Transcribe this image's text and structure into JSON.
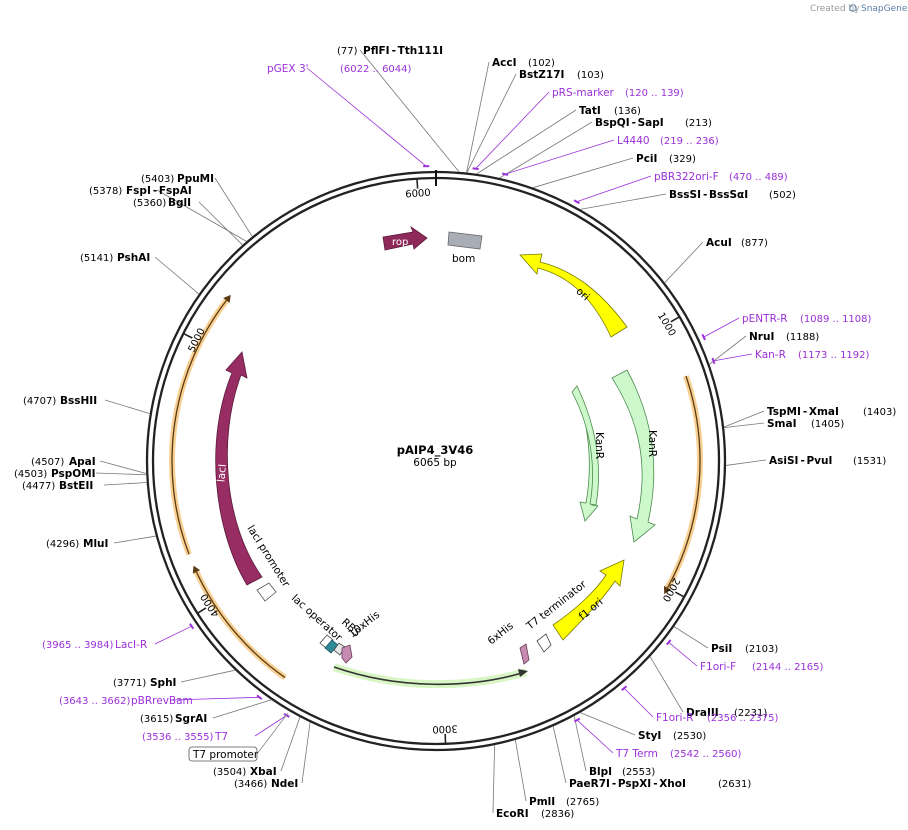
{
  "credit": {
    "prefix": "Created by",
    "brand": "SnapGene"
  },
  "plasmid": {
    "name": "pAIP4_3V46",
    "size": "6065 bp",
    "length": 6065
  },
  "ticks": [
    {
      "pos": 1000,
      "label": "1000"
    },
    {
      "pos": 2000,
      "label": "2000"
    },
    {
      "pos": 3000,
      "label": "3000"
    },
    {
      "pos": 4000,
      "label": "4000"
    },
    {
      "pos": 5000,
      "label": "5000"
    },
    {
      "pos": 6000,
      "label": "6000"
    }
  ],
  "sites": [
    {
      "name": "PflFI",
      "name2": "Tth111I",
      "pos": "(77)",
      "loc": 77
    },
    {
      "name": "AccI",
      "pos": "(102)",
      "loc": 102
    },
    {
      "name": "BstZ17I",
      "pos": "(103)",
      "loc": 103
    },
    {
      "name": "TatI",
      "pos": "(136)",
      "loc": 136
    },
    {
      "name": "BspQI",
      "name2": "SapI",
      "pos": "(213)",
      "loc": 213
    },
    {
      "name": "PciI",
      "pos": "(329)",
      "loc": 329
    },
    {
      "name": "BssSI",
      "name2": "BssSαI",
      "pos": "(502)",
      "loc": 502
    },
    {
      "name": "AcuI",
      "pos": "(877)",
      "loc": 877
    },
    {
      "name": "NruI",
      "pos": "(1188)",
      "loc": 1188
    },
    {
      "name": "TspMI",
      "name2": "XmaI",
      "pos": "(1403)",
      "loc": 1403
    },
    {
      "name": "SmaI",
      "pos": "(1405)",
      "loc": 1405
    },
    {
      "name": "AsiSI",
      "name2": "PvuI",
      "pos": "(1531)",
      "loc": 1531
    },
    {
      "name": "PsiI",
      "pos": "(2103)",
      "loc": 2103
    },
    {
      "name": "DraIII",
      "pos": "(2231)",
      "loc": 2231
    },
    {
      "name": "StyI",
      "pos": "(2530)",
      "loc": 2530
    },
    {
      "name": "BlpI",
      "pos": "(2553)",
      "loc": 2553
    },
    {
      "name": "PaeR7I",
      "name2": "PspXI",
      "name3": "XhoI",
      "pos": "(2631)",
      "loc": 2631
    },
    {
      "name": "PmlI",
      "pos": "(2765)",
      "loc": 2765
    },
    {
      "name": "EcoRI",
      "pos": "(2836)",
      "loc": 2836
    },
    {
      "name": "NdeI",
      "pos": "(3466)",
      "loc": 3466
    },
    {
      "name": "XbaI",
      "pos": "(3504)",
      "loc": 3504
    },
    {
      "name": "SgrAI",
      "pos": "(3615)",
      "loc": 3615
    },
    {
      "name": "SphI",
      "pos": "(3771)",
      "loc": 3771
    },
    {
      "name": "MluI",
      "pos": "(4296)",
      "loc": 4296
    },
    {
      "name": "BstEII",
      "pos": "(4477)",
      "loc": 4477
    },
    {
      "name": "PspOMI",
      "pos": "(4503)",
      "loc": 4503
    },
    {
      "name": "ApaI",
      "pos": "(4507)",
      "loc": 4507
    },
    {
      "name": "BssHII",
      "pos": "(4707)",
      "loc": 4707
    },
    {
      "name": "PshAI",
      "pos": "(5141)",
      "loc": 5141
    },
    {
      "name": "BglI",
      "pos": "(5360)",
      "loc": 5360
    },
    {
      "name": "FspI",
      "name2": "FspAI",
      "pos": "(5378)",
      "loc": 5378
    },
    {
      "name": "PpuMI",
      "pos": "(5403)",
      "loc": 5403
    }
  ],
  "primers": [
    {
      "name": "pGEX 3'",
      "range": "(6022 .. 6044)",
      "loc": 6033
    },
    {
      "name": "pRS-marker",
      "range": "(120 .. 139)",
      "loc": 130
    },
    {
      "name": "L4440",
      "range": "(219 .. 236)",
      "loc": 228
    },
    {
      "name": "pBR322ori-F",
      "range": "(470 .. 489)",
      "loc": 480
    },
    {
      "name": "pENTR-R",
      "range": "(1089 .. 1108)",
      "loc": 1098
    },
    {
      "name": "Kan-R",
      "range": "(1173 .. 1192)",
      "loc": 1182
    },
    {
      "name": "F1ori-F",
      "range": "(2144 .. 2165)",
      "loc": 2155
    },
    {
      "name": "F1ori-R",
      "range": "(2356 .. 2375)",
      "loc": 2365
    },
    {
      "name": "T7 Term",
      "range": "(2542 .. 2560)",
      "loc": 2551
    },
    {
      "name": "T7",
      "range": "(3536 .. 3555)",
      "loc": 3545
    },
    {
      "name": "pBRrevBam",
      "range": "(3643 .. 3662)",
      "loc": 3652
    },
    {
      "name": "LacI-R",
      "range": "(3965 .. 3984)",
      "loc": 3975
    }
  ],
  "features": {
    "rop": {
      "label": "rop",
      "color": "#8e2a5a"
    },
    "bom": {
      "label": "bom",
      "color": "#a9adb5"
    },
    "ori": {
      "label": "ori",
      "color": "#ffff00"
    },
    "kanr_inner": {
      "label": "KanR",
      "color": "#ccf8cc"
    },
    "kanr_outer": {
      "label": "KanR",
      "color": "#ccf8cc"
    },
    "f1ori": {
      "label": "f1 ori",
      "color": "#ffff00"
    },
    "laci": {
      "label": "lacI",
      "color": "#972d62"
    },
    "t7_terminator": {
      "label": "T7 terminator"
    },
    "his6": {
      "label": "6xHis"
    },
    "his10": {
      "label": "10xHis"
    },
    "rbs": {
      "label": "RBS"
    },
    "lac_operator": {
      "label": "lac operator"
    },
    "lac_promoter": {
      "label": "lacI promoter"
    },
    "t7_promoter": {
      "label": "T7 promoter"
    },
    "orange_arc_color": "#f3a93a",
    "green_arc_color": "#8fd16b",
    "primer_color": "#9b30d9"
  }
}
